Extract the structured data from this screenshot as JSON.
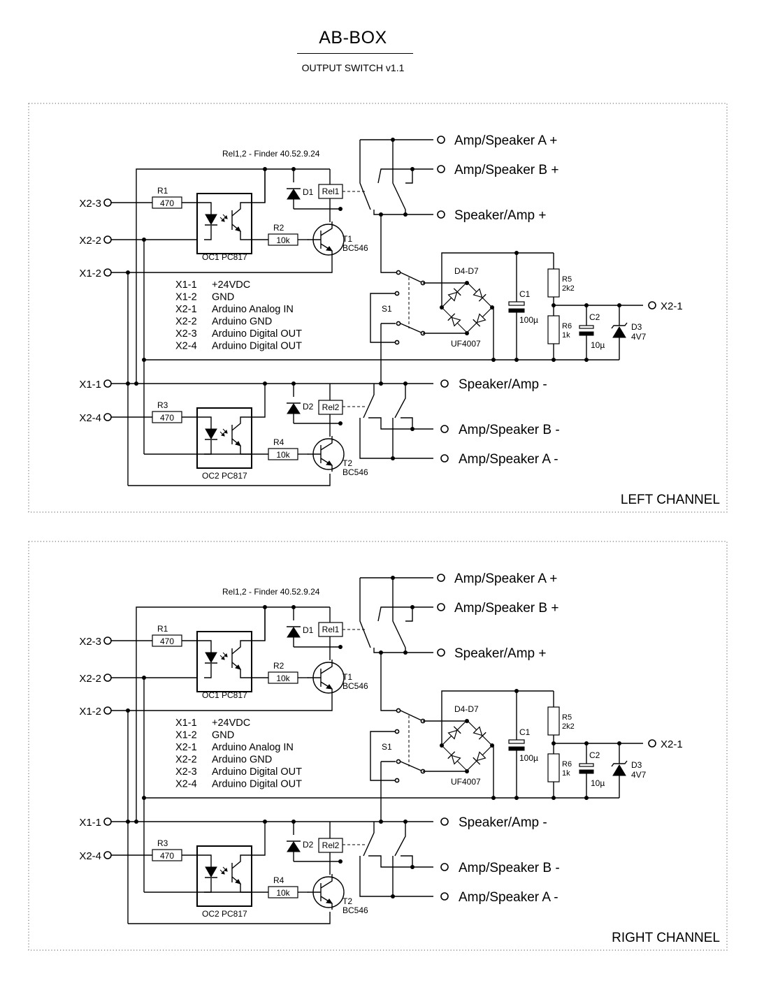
{
  "title": "AB-BOX",
  "subtitle": "OUTPUT SWITCH v1.1",
  "relay_note": "Rel1,2 - Finder 40.52.9.24",
  "channels": [
    {
      "label": "LEFT CHANNEL"
    },
    {
      "label": "RIGHT CHANNEL"
    }
  ],
  "inputs": {
    "x2_3": "X2-3",
    "x2_2": "X2-2",
    "x1_2": "X1-2",
    "x1_1": "X1-1",
    "x2_4": "X2-4"
  },
  "outputs": {
    "amp_a_plus": "Amp/Speaker A +",
    "amp_b_plus": "Amp/Speaker B +",
    "spk_plus": "Speaker/Amp +",
    "spk_minus": "Speaker/Amp -",
    "amp_b_minus": "Amp/Speaker B -",
    "amp_a_minus": "Amp/Speaker A -",
    "x2_1": "X2-1"
  },
  "components": {
    "r1": "R1",
    "r1_val": "470",
    "r2": "R2",
    "r2_val": "10k",
    "r3": "R3",
    "r3_val": "470",
    "r4": "R4",
    "r4_val": "10k",
    "oc1": "OC1 PC817",
    "oc2": "OC2 PC817",
    "t1": "T1",
    "t2": "T2",
    "bc546": "BC546",
    "d1": "D1",
    "d2": "D2",
    "rel1": "Rel1",
    "rel2": "Rel2",
    "s1": "S1",
    "bridge": "D4-D7",
    "bridge_part": "UF4007",
    "c1": "C1",
    "c1_val": "100µ",
    "r5": "R5",
    "r5_val": "2k2",
    "r6": "R6",
    "r6_val": "1k",
    "c2": "C2",
    "c2_val": "10µ",
    "d3": "D3",
    "d3_val": "4V7"
  },
  "legend": [
    {
      "pin": "X1-1",
      "desc": "+24VDC"
    },
    {
      "pin": "X1-2",
      "desc": "GND"
    },
    {
      "pin": "X2-1",
      "desc": "Arduino Analog IN"
    },
    {
      "pin": "X2-2",
      "desc": "Arduino GND"
    },
    {
      "pin": "X2-3",
      "desc": "Arduino Digital OUT"
    },
    {
      "pin": "X2-4",
      "desc": "Arduino Digital OUT"
    }
  ]
}
